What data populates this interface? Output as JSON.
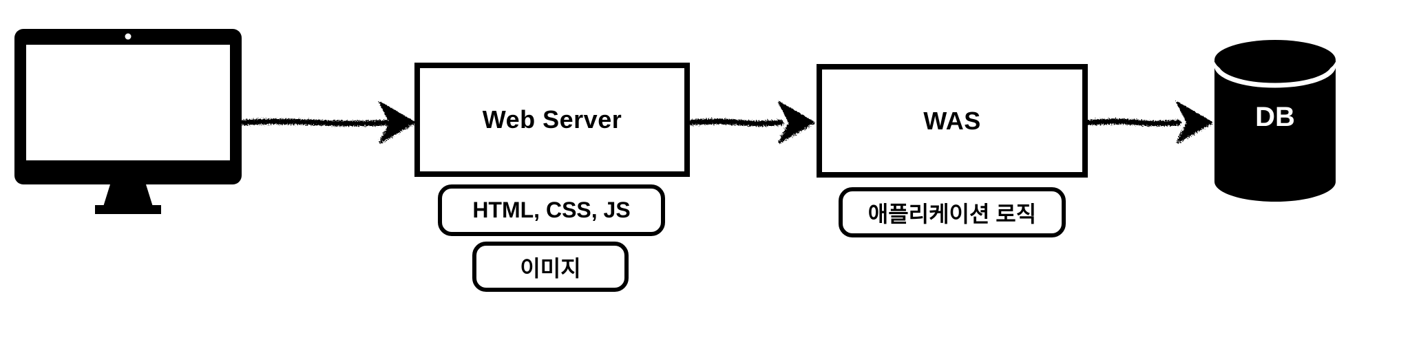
{
  "diagram": {
    "title": "web-architecture-flow",
    "background_color": "#ffffff",
    "ink_color": "#000000",
    "flow_order": [
      "client-monitor",
      "web-server",
      "was",
      "db"
    ],
    "client": {
      "icon": "desktop-monitor-icon"
    },
    "web_server": {
      "label": "Web Server",
      "badges": [
        "HTML, CSS, JS",
        "이미지"
      ]
    },
    "was": {
      "label": "WAS",
      "badges": [
        "애플리케이션 로직"
      ]
    },
    "db": {
      "label": "DB",
      "icon": "database-cylinder-icon"
    },
    "connectors": [
      {
        "from": "client-monitor",
        "to": "web-server",
        "style": "sketchy-arrow-right"
      },
      {
        "from": "web-server",
        "to": "was",
        "style": "sketchy-arrow-right"
      },
      {
        "from": "was",
        "to": "db",
        "style": "sketchy-arrow-right"
      }
    ]
  }
}
